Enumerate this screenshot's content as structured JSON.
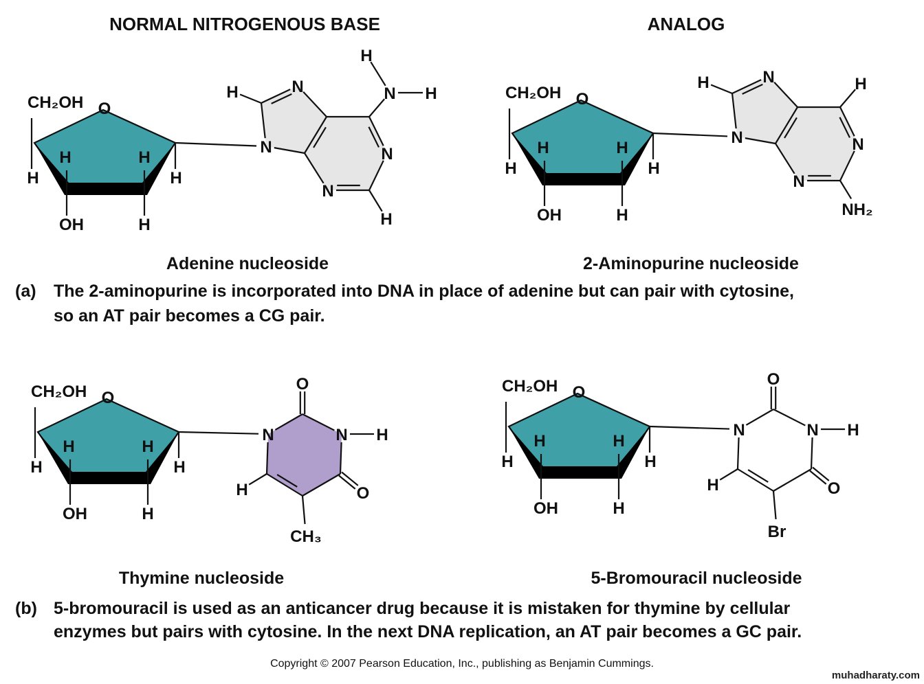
{
  "headers": {
    "normal": "NORMAL NITROGENOUS BASE",
    "analog": "ANALOG"
  },
  "colors": {
    "sugar": "#40a0a8",
    "purine": "#e6e6e6",
    "pyrimidine": "#b09fcc",
    "base_plain": "#ffffff"
  },
  "molecules": [
    {
      "name": "Adenine nucleoside",
      "sugar_labels": [
        "CH₂OH",
        "O",
        "H",
        "H",
        "H",
        "H",
        "OH",
        "H"
      ],
      "base_labels": {
        "N9": "N",
        "N7": "N",
        "N3": "N",
        "N1": "N",
        "H8": "H",
        "sub6": "N",
        "sub2": "H",
        "Ha": "H",
        "Hb": "H"
      }
    },
    {
      "name": "2-Aminopurine nucleoside",
      "sugar_labels": [
        "CH₂OH",
        "O",
        "H",
        "H",
        "H",
        "H",
        "OH",
        "H"
      ],
      "base_labels": {
        "N9": "N",
        "N7": "N",
        "N3": "N",
        "N1": "N",
        "H8": "H",
        "sub6": "H",
        "sub2": "NH₂"
      }
    },
    {
      "name": "Thymine nucleoside",
      "sugar_labels": [
        "CH₂OH",
        "O",
        "H",
        "H",
        "H",
        "H",
        "OH",
        "H"
      ],
      "base_labels": {
        "N1": "N",
        "O2": "O",
        "N3": "N",
        "H3": "H",
        "O4": "O",
        "sub5": "CH₃",
        "H6": "H"
      }
    },
    {
      "name": "5-Bromouracil nucleoside",
      "sugar_labels": [
        "CH₂OH",
        "O",
        "H",
        "H",
        "H",
        "H",
        "OH",
        "H"
      ],
      "base_labels": {
        "N1": "N",
        "O2": "O",
        "N3": "N",
        "H3": "H",
        "O4": "O",
        "sub5": "Br",
        "H6": "H"
      }
    }
  ],
  "panel_a": {
    "tag": "(a)",
    "lines": [
      "The 2-aminopurine is incorporated into DNA in place of adenine but can pair with cytosine,",
      "so an AT pair becomes a CG pair."
    ]
  },
  "panel_b": {
    "tag": "(b)",
    "lines": [
      "5-bromouracil is used as an anticancer drug because it is mistaken for thymine by cellular",
      "enzymes but pairs with cytosine. In the next DNA replication, an AT pair becomes a GC pair."
    ]
  },
  "copyright": "Copyright © 2007 Pearson Education, Inc., publishing as Benjamin Cummings.",
  "watermark": "muhadharaty.com"
}
